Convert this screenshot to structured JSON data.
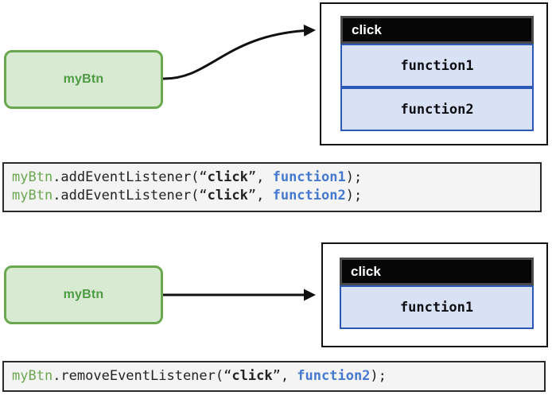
{
  "colors": {
    "green_fill": "#d9ead3",
    "green_border": "#6aa84f",
    "green_text": "#4e9b44",
    "box_border": "#121212",
    "header_bg": "#060606",
    "header_border": "#4a4a4a",
    "header_text": "#ffffff",
    "blue_fill": "#d9e2f5",
    "blue_border": "#2b59b5",
    "code_bg": "#f4f4f4",
    "code_border": "#2b2b2b",
    "code_text": "#222222",
    "code_object": "#6aa84f",
    "code_handler": "#4479cf",
    "arrow": "#111111"
  },
  "add_section": {
    "button_label": "myBtn",
    "event_box": {
      "header": "click",
      "handlers": [
        "function1",
        "function2"
      ]
    },
    "code_lines": [
      {
        "object": "myBtn",
        "call": ".addEventListener(",
        "open_quote": "“",
        "event": "click",
        "close_quote": "”",
        "comma": ", ",
        "handler": "function1",
        "end": ");"
      },
      {
        "object": "myBtn",
        "call": ".addEventListener(",
        "open_quote": "“",
        "event": "click",
        "close_quote": "”",
        "comma": ", ",
        "handler": "function2",
        "end": ");"
      }
    ]
  },
  "remove_section": {
    "button_label": "myBtn",
    "event_box": {
      "header": "click",
      "handlers": [
        "function1"
      ]
    },
    "code_lines": [
      {
        "object": "myBtn",
        "call": ".removeEventListener(",
        "open_quote": "“",
        "event": "click",
        "close_quote": "”",
        "comma": ", ",
        "handler": "function2",
        "end": ");"
      }
    ]
  }
}
